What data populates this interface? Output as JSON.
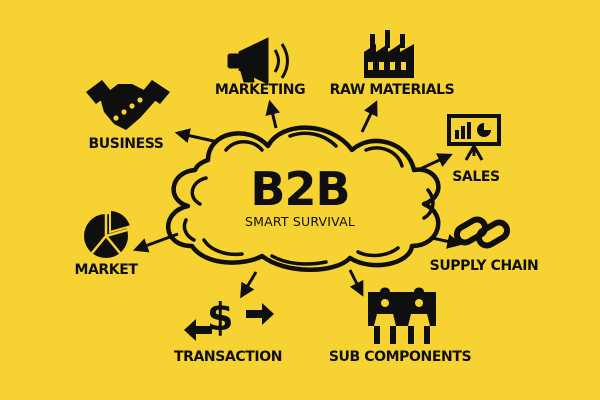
{
  "colors": {
    "background": "#F6D332",
    "ink": "#0F0F0F"
  },
  "center": {
    "title": "B2B",
    "subtitle": "SMART SURVIVAL"
  },
  "nodes": [
    {
      "id": "marketing",
      "label": "MARKETING",
      "icon": "megaphone-icon"
    },
    {
      "id": "raw-materials",
      "label": "RAW MATERIALS",
      "icon": "factory-icon"
    },
    {
      "id": "business",
      "label": "BUSINESS",
      "icon": "handshake-icon"
    },
    {
      "id": "sales",
      "label": "SALES",
      "icon": "presentation-board-icon"
    },
    {
      "id": "market",
      "label": "MARKET",
      "icon": "pie-chart-icon"
    },
    {
      "id": "supply-chain",
      "label": "SUPPLY CHAIN",
      "icon": "chain-link-icon"
    },
    {
      "id": "transaction",
      "label": "TRANSACTION",
      "icon": "dollar-exchange-icon"
    },
    {
      "id": "sub-components",
      "label": "SUB COMPONENTS",
      "icon": "puzzle-people-icon"
    }
  ]
}
